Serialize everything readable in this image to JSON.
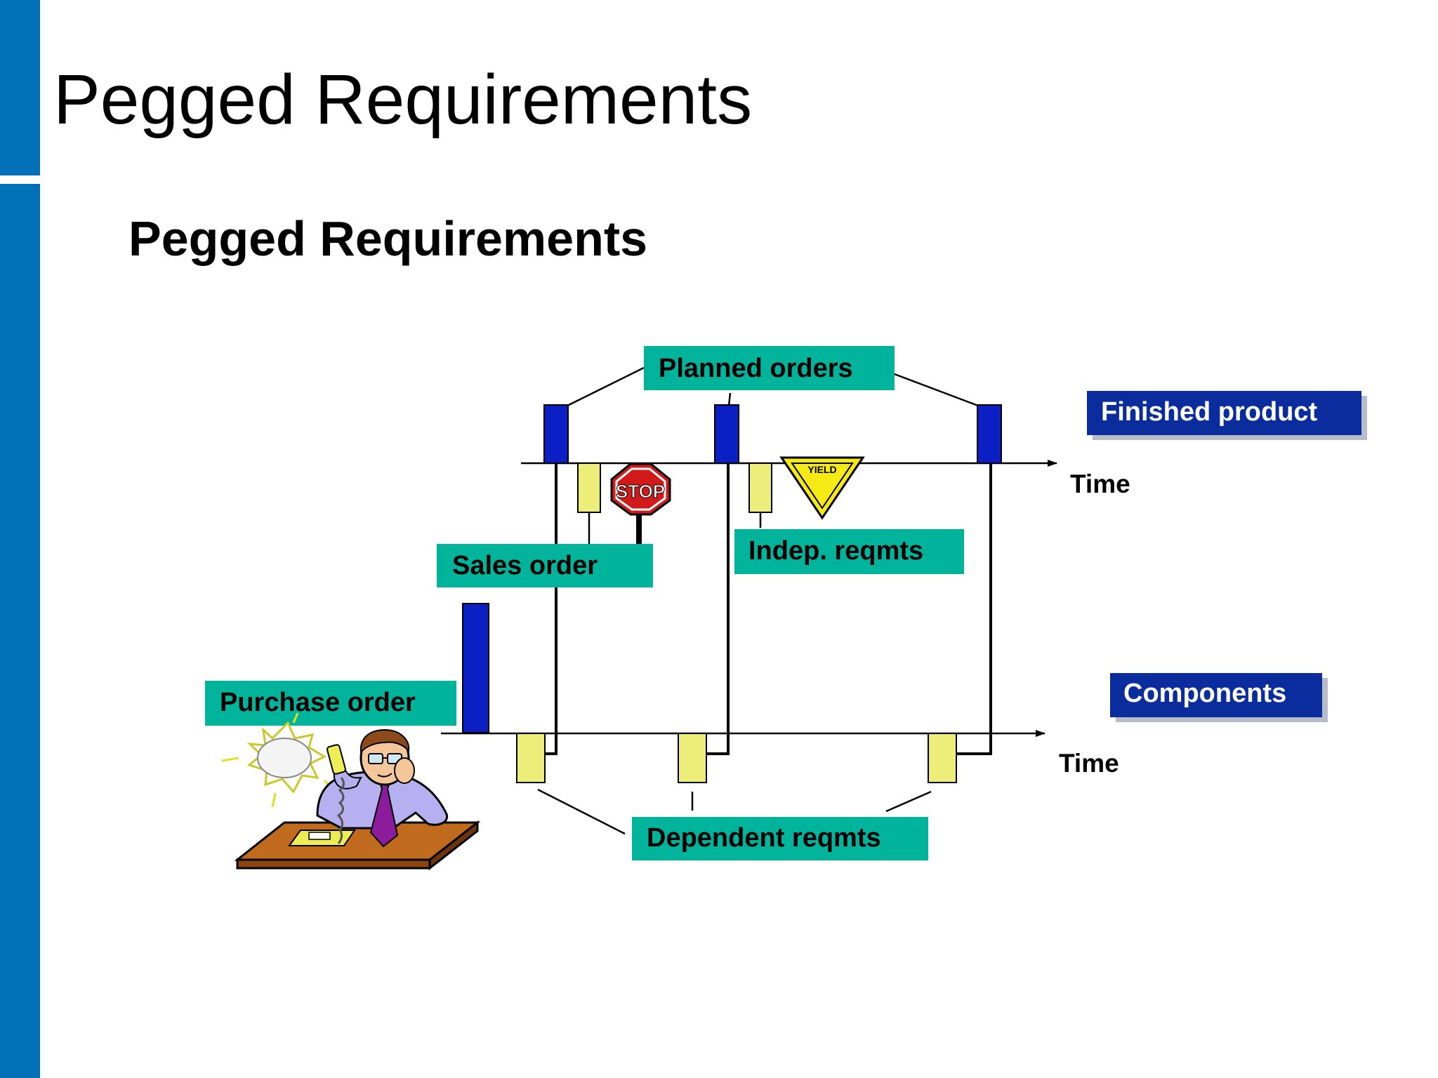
{
  "slide": {
    "title": "Pegged Requirements",
    "subtitle": "Pegged Requirements"
  },
  "diagram": {
    "labels": {
      "planned_orders": "Planned orders",
      "finished_product": "Finished product",
      "time_top": "Time",
      "sales_order": "Sales order",
      "indep_reqmts": "Indep. reqmts",
      "purchase_order": "Purchase order",
      "components": "Components",
      "time_bottom": "Time",
      "dependent_reqmts": "Dependent reqmts"
    },
    "signs": {
      "stop": "STOP",
      "yield": "YIELD"
    },
    "colors": {
      "side_bar": "#0170b8",
      "teal_label": "#00b49c",
      "navy_label": "#0a2c9c",
      "planned_order_bar": "#0a1fc4",
      "requirement_bar": "#eded7a",
      "stop_sign": "#d21a1a",
      "yield_sign": "#f5ea16"
    }
  }
}
